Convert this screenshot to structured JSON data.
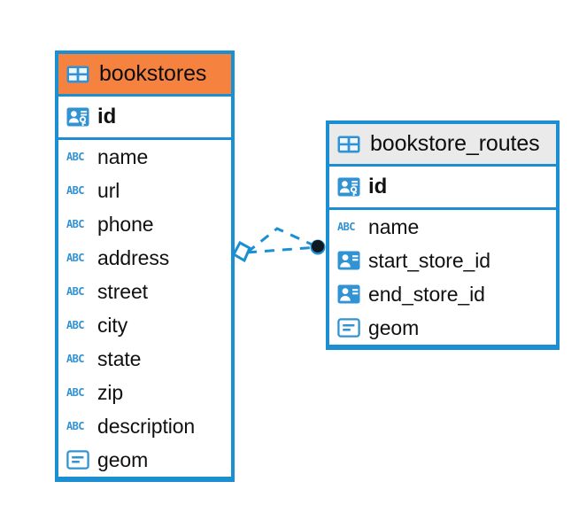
{
  "diagram": {
    "type": "entity-relationship-diagram",
    "background_color": "#FFFFFF",
    "accent_color": "#1B8FD1",
    "selected_header_color": "#F5833F",
    "default_header_color": "#EAEAEA"
  },
  "entities": [
    {
      "name": "bookstores",
      "selected": true,
      "header_color": "#F5833F",
      "icon": "table-icon",
      "primary_keys": [
        {
          "label": "id",
          "icon": "primary-key-icon",
          "type": "pk"
        }
      ],
      "fields": [
        {
          "label": "name",
          "icon": "abc-text-icon",
          "type": "text"
        },
        {
          "label": "url",
          "icon": "abc-text-icon",
          "type": "text"
        },
        {
          "label": "phone",
          "icon": "abc-text-icon",
          "type": "text"
        },
        {
          "label": "address",
          "icon": "abc-text-icon",
          "type": "text"
        },
        {
          "label": "street",
          "icon": "abc-text-icon",
          "type": "text"
        },
        {
          "label": "city",
          "icon": "abc-text-icon",
          "type": "text"
        },
        {
          "label": "state",
          "icon": "abc-text-icon",
          "type": "text"
        },
        {
          "label": "zip",
          "icon": "abc-text-icon",
          "type": "text"
        },
        {
          "label": "description",
          "icon": "abc-text-icon",
          "type": "text"
        },
        {
          "label": "geom",
          "icon": "geometry-icon",
          "type": "geometry"
        }
      ]
    },
    {
      "name": "bookstore_routes",
      "selected": false,
      "header_color": "#EAEAEA",
      "icon": "table-icon",
      "primary_keys": [
        {
          "label": "id",
          "icon": "primary-key-icon",
          "type": "pk"
        }
      ],
      "fields": [
        {
          "label": "name",
          "icon": "abc-text-icon",
          "type": "text"
        },
        {
          "label": "start_store_id",
          "icon": "foreign-key-icon",
          "type": "fk"
        },
        {
          "label": "end_store_id",
          "icon": "foreign-key-icon",
          "type": "fk"
        },
        {
          "label": "geom",
          "icon": "geometry-icon",
          "type": "geometry"
        }
      ]
    }
  ],
  "relationship": {
    "source_entity": "bookstores",
    "target_entity": "bookstore_routes",
    "line_style": "dashed",
    "line_color": "#1B8FD1",
    "source_marker": "diamond-outline",
    "target_marker": "filled-circle",
    "target_marker_color": "#101820"
  }
}
